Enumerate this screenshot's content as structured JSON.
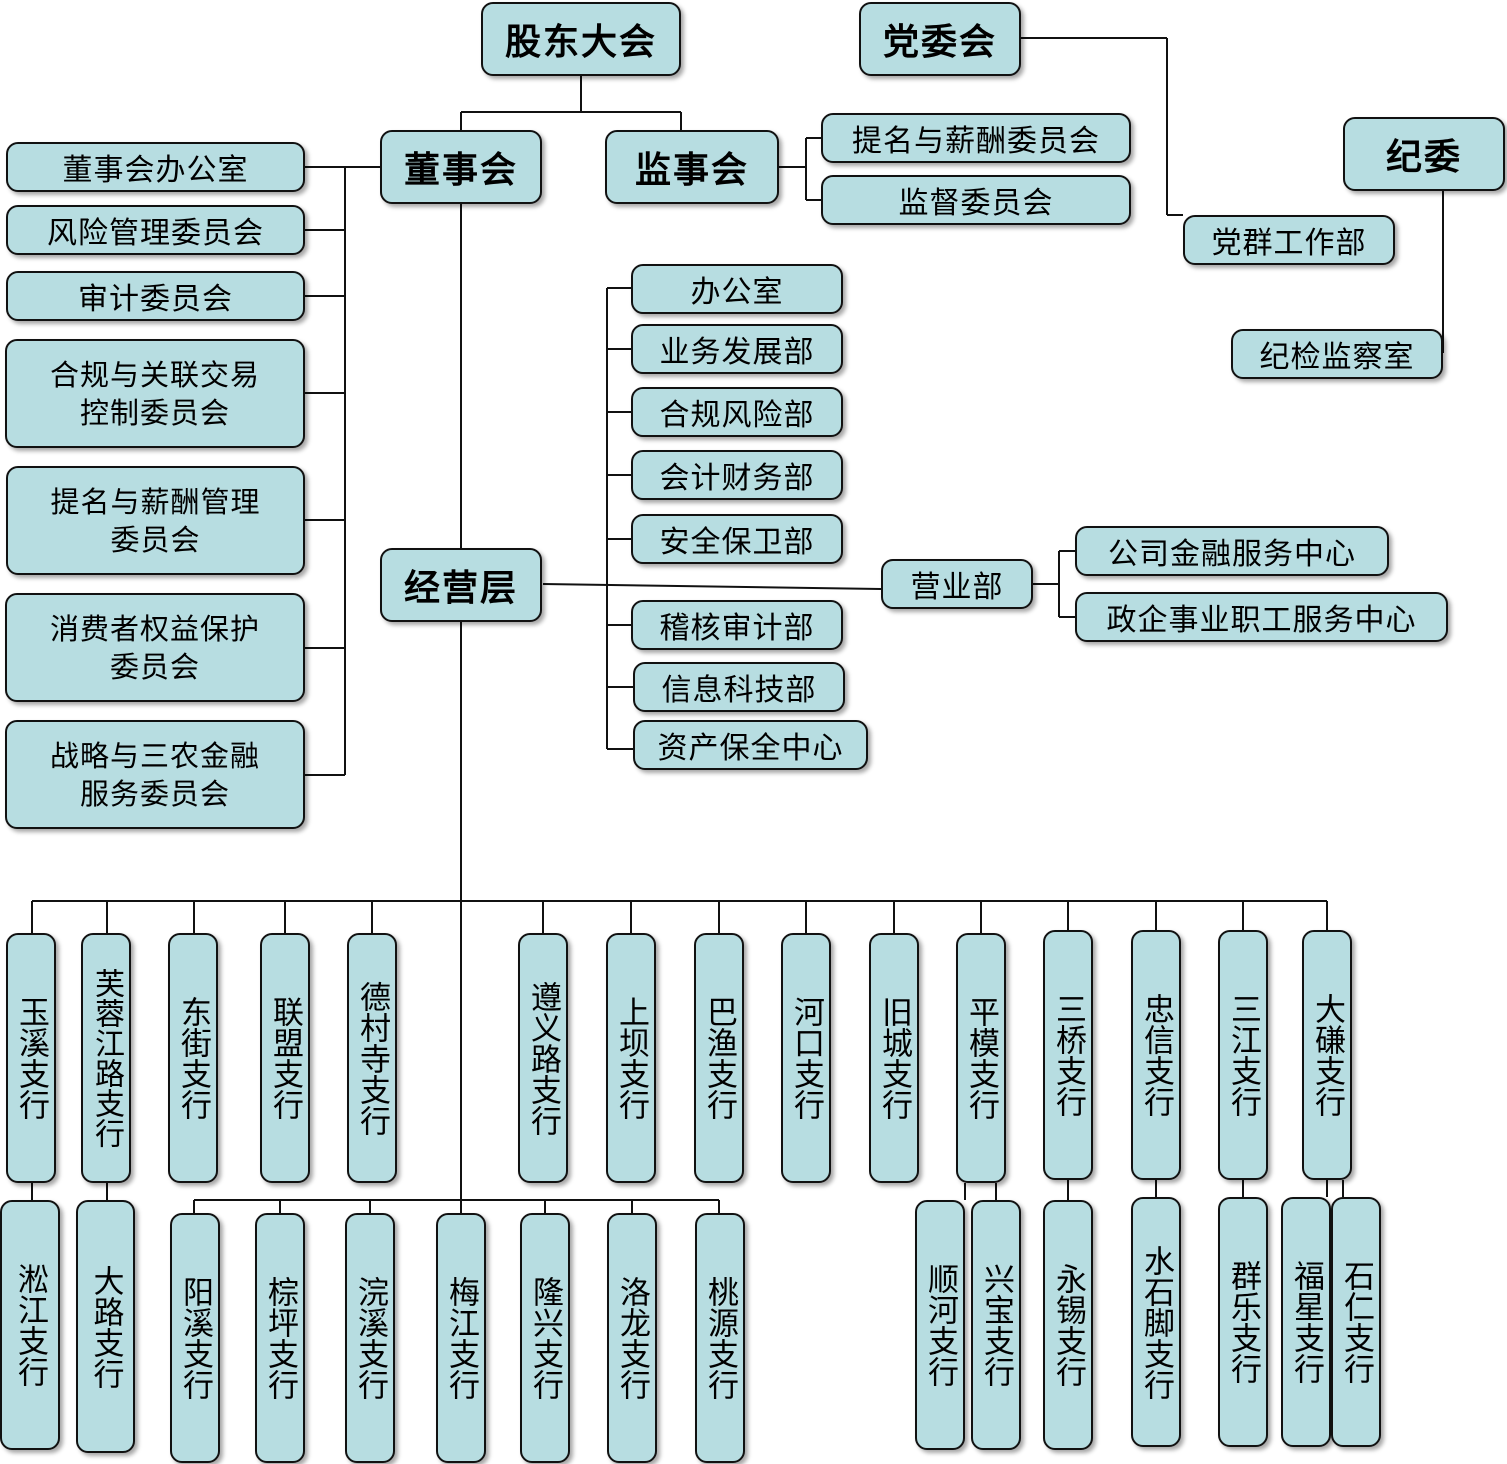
{
  "top": {
    "shareholders": "股东大会",
    "party_committee": "党委会",
    "discipline_committee": "纪委"
  },
  "board": {
    "name": "董事会",
    "committees": [
      "董事会办公室",
      "风险管理委员会",
      "审计委员会",
      [
        "合规与关联交易",
        "控制委员会"
      ],
      [
        "提名与薪酬管理",
        "委员会"
      ],
      [
        "消费者权益保护",
        "委员会"
      ],
      [
        "战略与三农金融",
        "服务委员会"
      ]
    ]
  },
  "supervisory": {
    "name": "监事会",
    "committees": [
      "提名与薪酬委员会",
      "监督委员会"
    ]
  },
  "party": {
    "work_dept": "党群工作部",
    "inspection_office": "纪检监察室"
  },
  "management": {
    "name": "经营层",
    "departments": [
      "办公室",
      "业务发展部",
      "合规风险部",
      "会计财务部",
      "安全保卫部",
      "稽核审计部",
      "信息科技部",
      "资产保全中心"
    ],
    "business_dept": "营业部",
    "service_centers": [
      "公司金融服务中心",
      "政企事业职工服务中心"
    ]
  },
  "branches_row1": [
    "玉溪支行",
    "芙蓉江路支行",
    "东街支行",
    "联盟支行",
    "德村寺支行",
    "遵义路支行",
    "上坝支行",
    "巴渔支行",
    "河口支行",
    "旧城支行",
    "平模支行",
    "三桥支行",
    "忠信支行",
    "三江支行",
    "大磏支行"
  ],
  "branches_row2": [
    "淞江支行",
    "大路支行",
    "阳溪支行",
    "棕坪支行",
    "浣溪支行",
    "梅江支行",
    "隆兴支行",
    "洛龙支行",
    "桃源支行",
    "顺河支行",
    "兴宝支行",
    "永锡支行",
    "水石脚支行",
    "群乐支行",
    "福星支行",
    "石仁支行"
  ]
}
